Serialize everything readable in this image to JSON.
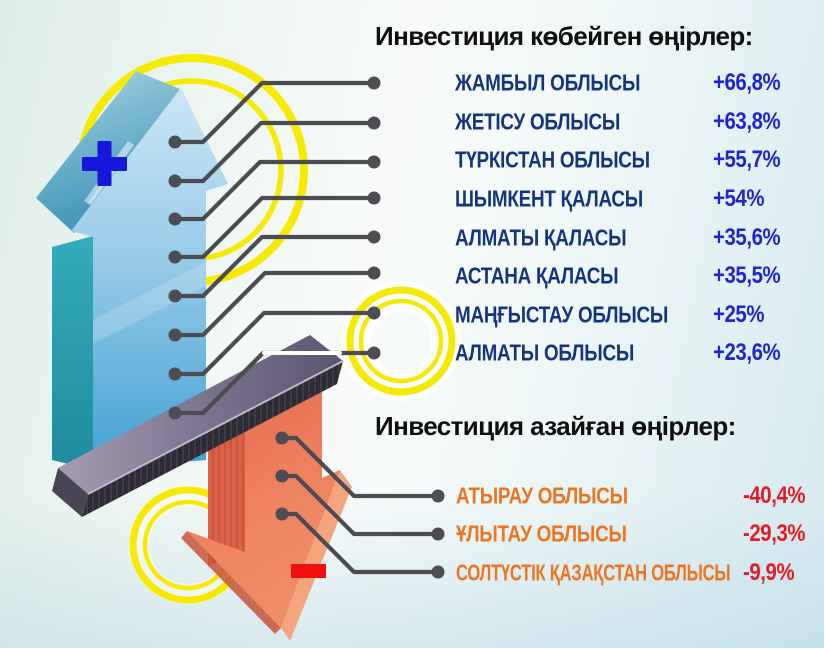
{
  "header": {
    "increase_title": "Инвестиция көбейген өңірлер:",
    "decrease_title": "Инвестиция азайған өңірлер:"
  },
  "increase": {
    "rows": [
      {
        "name": "ЖАМБЫЛ ОБЛЫСЫ",
        "value": "+66,8%"
      },
      {
        "name": "ЖЕТІСУ ОБЛЫСЫ",
        "value": "+63,8%"
      },
      {
        "name": "ТҮРКІСТАН ОБЛЫСЫ",
        "value": "+55,7%"
      },
      {
        "name": "ШЫМКЕНТ ҚАЛАСЫ",
        "value": "+54%"
      },
      {
        "name": "АЛМАТЫ ҚАЛАСЫ",
        "value": "+35,6%"
      },
      {
        "name": "АСТАНА ҚАЛАСЫ",
        "value": "+35,5%"
      },
      {
        "name": "МАҢҒЫСТАУ ОБЛЫСЫ",
        "value": "+25%"
      },
      {
        "name": "АЛМАТЫ ОБЛЫСЫ",
        "value": "+23,6%"
      }
    ]
  },
  "decrease": {
    "rows": [
      {
        "name": "АТЫРАУ ОБЛЫСЫ",
        "value": "-40,4%"
      },
      {
        "name": "ҰЛЫТАУ ОБЛЫСЫ",
        "value": "-29,3%"
      },
      {
        "name": "СОЛТҮСТІК ҚАЗАҚСТАН ОБЛЫСЫ",
        "value": "-9,9%"
      }
    ]
  },
  "icons": {
    "plus": "plus-icon",
    "minus": "minus-icon",
    "up_arrow": "up-arrow",
    "down_arrow": "down-arrow",
    "beam": "balance-beam",
    "rings": "highlight-rings"
  },
  "colors": {
    "increase_name": "#14357d",
    "increase_value": "#2125cf",
    "decrease_name": "#ee7420",
    "decrease_value": "#e31b27",
    "accent_yellow": "#f6ea02",
    "plus_blue": "#1a17dc",
    "minus_red": "#f01010",
    "connector_gray": "#4c4c52",
    "up_arrow_blue": "#42a0d3",
    "down_arrow_orange": "#ef8560",
    "title_black": "#0f0f0f"
  },
  "chart_data": [
    {
      "type": "table",
      "title": "Инвестиция көбейген өңірлер:",
      "categories": [
        "ЖАМБЫЛ ОБЛЫСЫ",
        "ЖЕТІСУ ОБЛЫСЫ",
        "ТҮРКІСТАН ОБЛЫСЫ",
        "ШЫМКЕНТ ҚАЛАСЫ",
        "АЛМАТЫ ҚАЛАСЫ",
        "АСТАНА ҚАЛАСЫ",
        "МАҢҒЫСТАУ ОБЛЫСЫ",
        "АЛМАТЫ ОБЛЫСЫ"
      ],
      "values": [
        66.8,
        63.8,
        55.7,
        54,
        35.6,
        35.5,
        25,
        23.6
      ],
      "unit": "%"
    },
    {
      "type": "table",
      "title": "Инвестиция азайған өңірлер:",
      "categories": [
        "АТЫРАУ ОБЛЫСЫ",
        "ҰЛЫТАУ ОБЛЫСЫ",
        "СОЛТҮСТІК ҚАЗАҚСТАН ОБЛЫСЫ"
      ],
      "values": [
        -40.4,
        -29.3,
        -9.9
      ],
      "unit": "%"
    }
  ]
}
